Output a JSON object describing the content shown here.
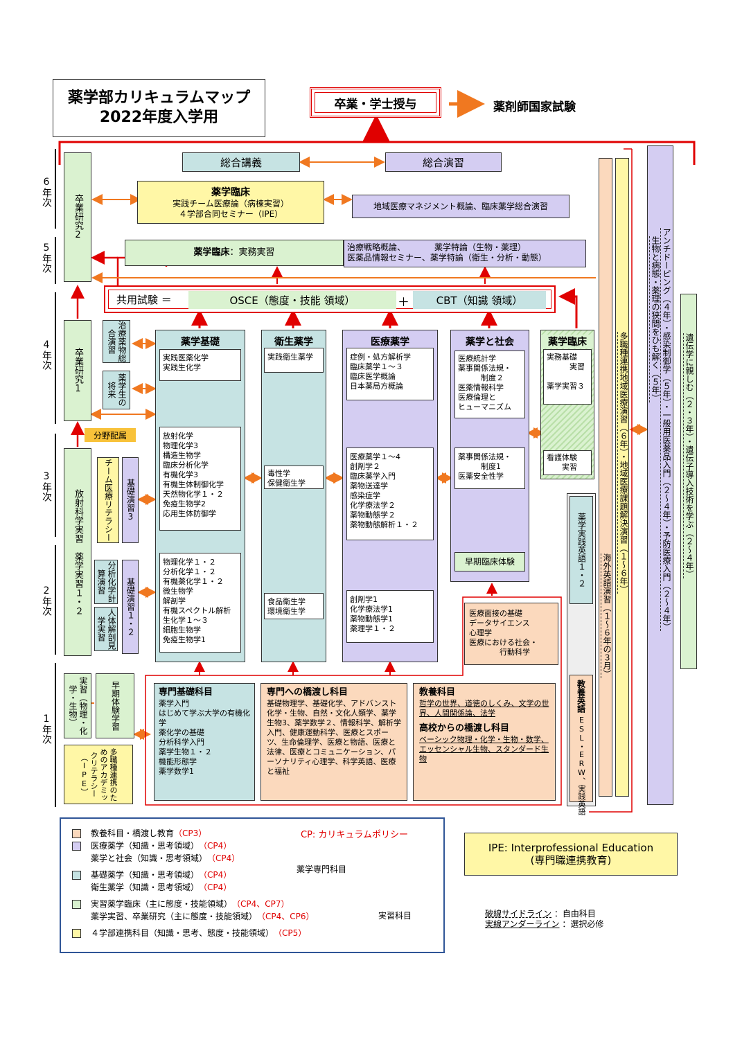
{
  "title": {
    "line1": "薬学部カリキュラムマップ",
    "line2": "2022年度入学用"
  },
  "graduation": "卒業・学士授与",
  "national_exam": "薬剤師国家試験",
  "years": {
    "y6": "6年次",
    "y5": "5年次",
    "y4": "4年次",
    "y3": "3年次",
    "y2": "2年次",
    "y1": "1年次"
  },
  "research": {
    "r2": "卒業研究2",
    "r1": "卒業研究1"
  },
  "sogo": {
    "lecture": "総合講義",
    "exercise": "総合演習"
  },
  "clinical6": {
    "title": "薬学臨床",
    "line1": "実践チーム医療論（病棟実習）",
    "line2": "４学部合同セミナー（IPE）"
  },
  "regional": "地域医療マネジメント概論、臨床薬学総合演習",
  "clinical5": {
    "title": "薬学臨床",
    "sub": "：実務実習"
  },
  "treat5": {
    "line1": "治療戦略概論、　　　　薬学特論（生物・薬理）",
    "line2": "医薬品情報セミナー、薬学特論（衛生・分析・動態）"
  },
  "common_exam": {
    "label": "共用試験 ＝",
    "osce": "OSCE（態度・技能 領域）",
    "plus": "＋",
    "cbt": "CBT（知識 領域）"
  },
  "small4": {
    "a": "治療薬物総合演習",
    "b": "薬学生の将来"
  },
  "bunya": "分野配属",
  "columns": {
    "kiso": {
      "title": "薬学基礎",
      "top": "実践医薬化学\n実践生化学",
      "mid": "放射化学\n物理化学3\n構造生物学\n臨床分析化学\n有機化学3\n有機生体制御化学\n天然物化学１・２\n免疫生物学2\n応用生体防御学",
      "bot": "物理化学１・２\n分析化学１・２\n有機薬化学１・２\n微生物学\n解剖学\n有機スペクトル解析\n生化学１～３\n細胞生物学\n免疫生物学1"
    },
    "eisei": {
      "title": "衛生薬学",
      "top": "実践衛生薬学",
      "mid": "毒性学\n保健衛生学",
      "bot": "食品衛生学\n環境衛生学"
    },
    "iryo": {
      "title": "医療薬学",
      "top": "症例・処方解析学\n臨床薬学１～３\n臨床医学概論\n日本薬局方概論",
      "mid": "医療薬学１～4\n創剤学２\n臨床薬学入門\n薬物送達学\n感染症学\n化学療法学２\n薬物動態学２\n薬物動態解析１・２",
      "bot": "創剤学1\n化学療法学1\n薬物動態学1\n薬理学１・２"
    },
    "shakai": {
      "title": "薬学と社会",
      "top": "医療統計学\n薬事関係法規・\n　　　制度２\n医薬情報科学\n医療倫理と\nヒューマニズム",
      "mid": "薬事関係法規・\n　　　制度1\n医薬安全性学",
      "bot": "早期臨床体験"
    },
    "rinsho": {
      "title": "薬学臨床",
      "top": "実務基礎\n　　　実習\n\n薬学実習３",
      "bot": "看護体験\n　　実習"
    }
  },
  "y3": {
    "jisshu": "放射科学実習",
    "jisshu2": "薬学実習１・２",
    "team": "チーム医療リテラシー",
    "kiso3": "基礎演習3"
  },
  "y2": {
    "calc": "計算演習",
    "bunseki": "分析化学",
    "mihon": "見学実習",
    "jintai": "人体解剖",
    "kiso12": "基礎演習１・２"
  },
  "y1": {
    "jisshu": "実習（物理・化学・生物）",
    "soki": "早期体験学習",
    "ipe": "多職種連携のためのアカデミックリテラシー（IPE）"
  },
  "intro": {
    "line1": "医療面接の基礎",
    "line2": "データサイエンス",
    "line3": "心理学",
    "line4": "医療における社会・",
    "line5": "　　　　行動科学"
  },
  "senmon_kiso": {
    "title": "専門基礎科目",
    "body": "薬学入門\nはじめて学ぶ大学の有機化学\n薬化学の基礎\n分析科学入門\n薬学生物１・２\n機能形態学\n薬学数学1"
  },
  "kakehashi": {
    "title": "専門への橋渡し科目",
    "body": "基礎物理学、基礎化学、アドバンスト化学・生物、自然・文化人類学、薬学生物3、薬学数学２、情報科学、解析学入門、健康運動科学、医療とスポーツ、生命倫理学、医療と物語、医療と法律、医療とコミュニケーション、パーソナリティ心理学、科学英語、医療と福祉"
  },
  "kyoyo": {
    "title": "教養科目",
    "body": "哲学の世界、道徳のしくみ、文学の世界、人間関係論、法学",
    "title2": "高校からの橋渡し科目",
    "body2": "ベーシック物理・化学・生物・数学、エッセンシャル生物、スタンダード生物"
  },
  "english": {
    "kyoyo": "教養英語",
    "esl": "ESL・ERW、実践英語",
    "practical": "薬学実践英語１・２"
  },
  "vertical": {
    "kaigai": "海外英語演習（１～６年の３月）",
    "tashoku": "多職種連携地域医療演習（６年）・地域医療課題解決演習（１～６年）",
    "anti": "アンチドーピング（４年）・感染制御学（５年）・一般用医薬品入門（２～４年）・予防医療入門（２～４年）",
    "seibutsu": "生物と病態・薬理の狭間をひも解く（５年）",
    "idenshi": "遺伝学に親しむ（２・３年）・遺伝子導入技術を学ぶ（２～４年）"
  },
  "legend": {
    "items": [
      {
        "text": "教養科目・橋渡し教育",
        "cp": "（CP3）",
        "color": "#fbd9bd"
      },
      {
        "text": "医療薬学（知識・思考領域）",
        "cp": "（CP4）",
        "color": "#d4cdf2"
      },
      {
        "text": "薬学と社会（知識・思考領域）",
        "cp": "（CP4）",
        "color": ""
      },
      {
        "text": "基礎薬学（知識・思考領域）",
        "cp": "（CP4）",
        "color": "#c6e3e3"
      },
      {
        "text": "衛生薬学（知識・思考領域）",
        "cp": "（CP4）",
        "color": ""
      },
      {
        "text": "実習薬学臨床（主に態度・技能領域）",
        "cp": "（CP4、CP7）",
        "color": "#daf2d0"
      },
      {
        "text": "薬学実習、卒業研究（主に態度・技能領域）",
        "cp": "（CP4、CP6）",
        "color": ""
      },
      {
        "text": "４学部連携科目（知識・思考、態度・技能領域）",
        "cp": "（CP5）",
        "color": "#fff7a6"
      }
    ],
    "cp_note": "CP: カリキュラムポリシー",
    "senmon": "薬学専門科目",
    "jisshu": "実習科目"
  },
  "ipe_note": {
    "line1": "IPE: Interprofessional Education",
    "line2": "(専門職連携教育)"
  },
  "line_notes": {
    "dash": "破線サイドライン",
    "dash_v": "：自由科目",
    "solid": "実線アンダーライン",
    "solid_v": "：選択必修"
  },
  "colors": {
    "red": "#e00000",
    "orange": "#f07820"
  }
}
